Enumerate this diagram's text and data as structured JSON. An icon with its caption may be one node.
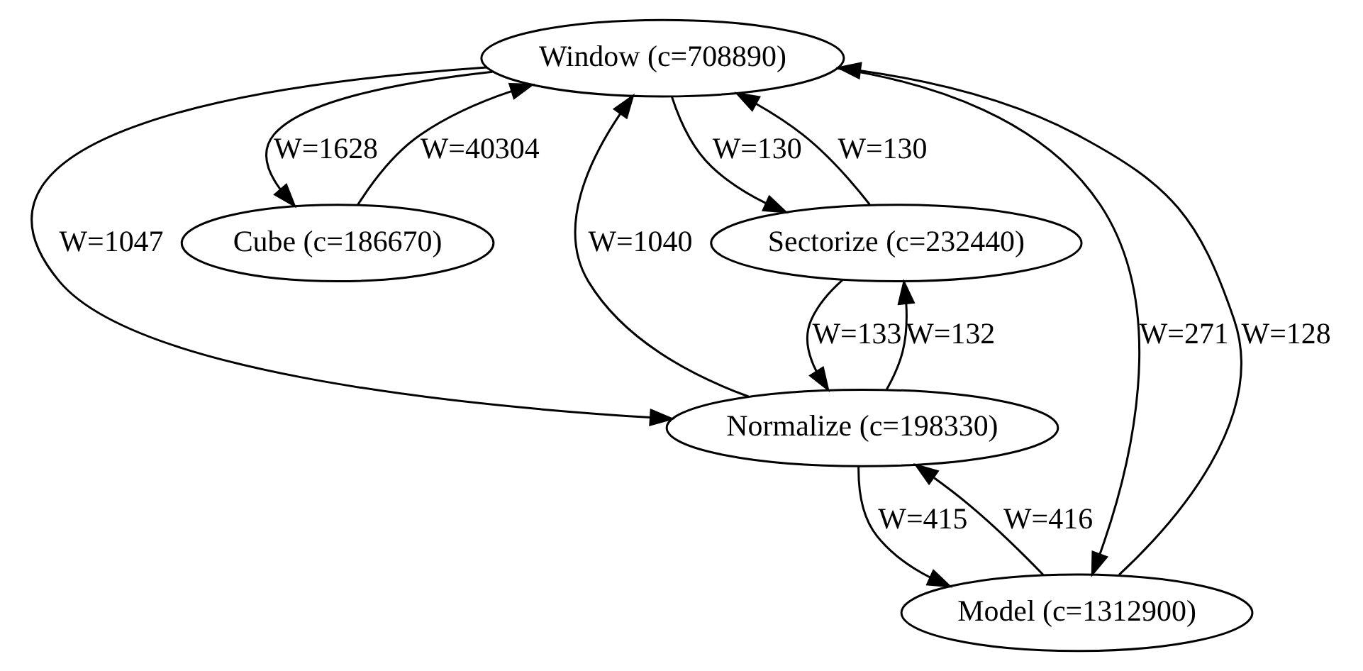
{
  "diagram": {
    "nodes": [
      {
        "text": [
          "Window (c=708890)"
        ]
      },
      {
        "text": [
          "Sectorize (c=232440)"
        ]
      },
      {
        "text": [
          "Cube (c=186670)"
        ]
      },
      {
        "text": [
          "Normalize (c=198330)"
        ]
      },
      {
        "text": [
          "Model (c=1312900)"
        ]
      }
    ],
    "edges": [
      {
        "from": 0,
        "to": 3,
        "arrow": "to",
        "label": "W=1047"
      },
      {
        "from": 3,
        "to": 0,
        "arrow": "to",
        "label": "W=1040"
      },
      {
        "from": 0,
        "to": 1,
        "arrow": "to",
        "label": "W=130"
      },
      {
        "from": 1,
        "to": 0,
        "arrow": "to",
        "label": "W=130"
      },
      {
        "from": 2,
        "to": 0,
        "arrow": "to",
        "label": "W=40304"
      },
      {
        "from": 0,
        "to": 2,
        "arrow": "to",
        "label": "W=1628"
      },
      {
        "from": 1,
        "to": 3,
        "arrow": "to",
        "label": "W=133"
      },
      {
        "from": 3,
        "to": 1,
        "arrow": "to",
        "label": "W=132"
      },
      {
        "from": 0,
        "to": 4,
        "arrow": "to",
        "label": "W=271"
      },
      {
        "from": 4,
        "to": 0,
        "arrow": "to",
        "label": "W=128"
      },
      {
        "from": 3,
        "to": 4,
        "arrow": "to",
        "label": "W=415"
      },
      {
        "from": 4,
        "to": 3,
        "arrow": "to",
        "label": "W=416"
      }
    ]
  }
}
